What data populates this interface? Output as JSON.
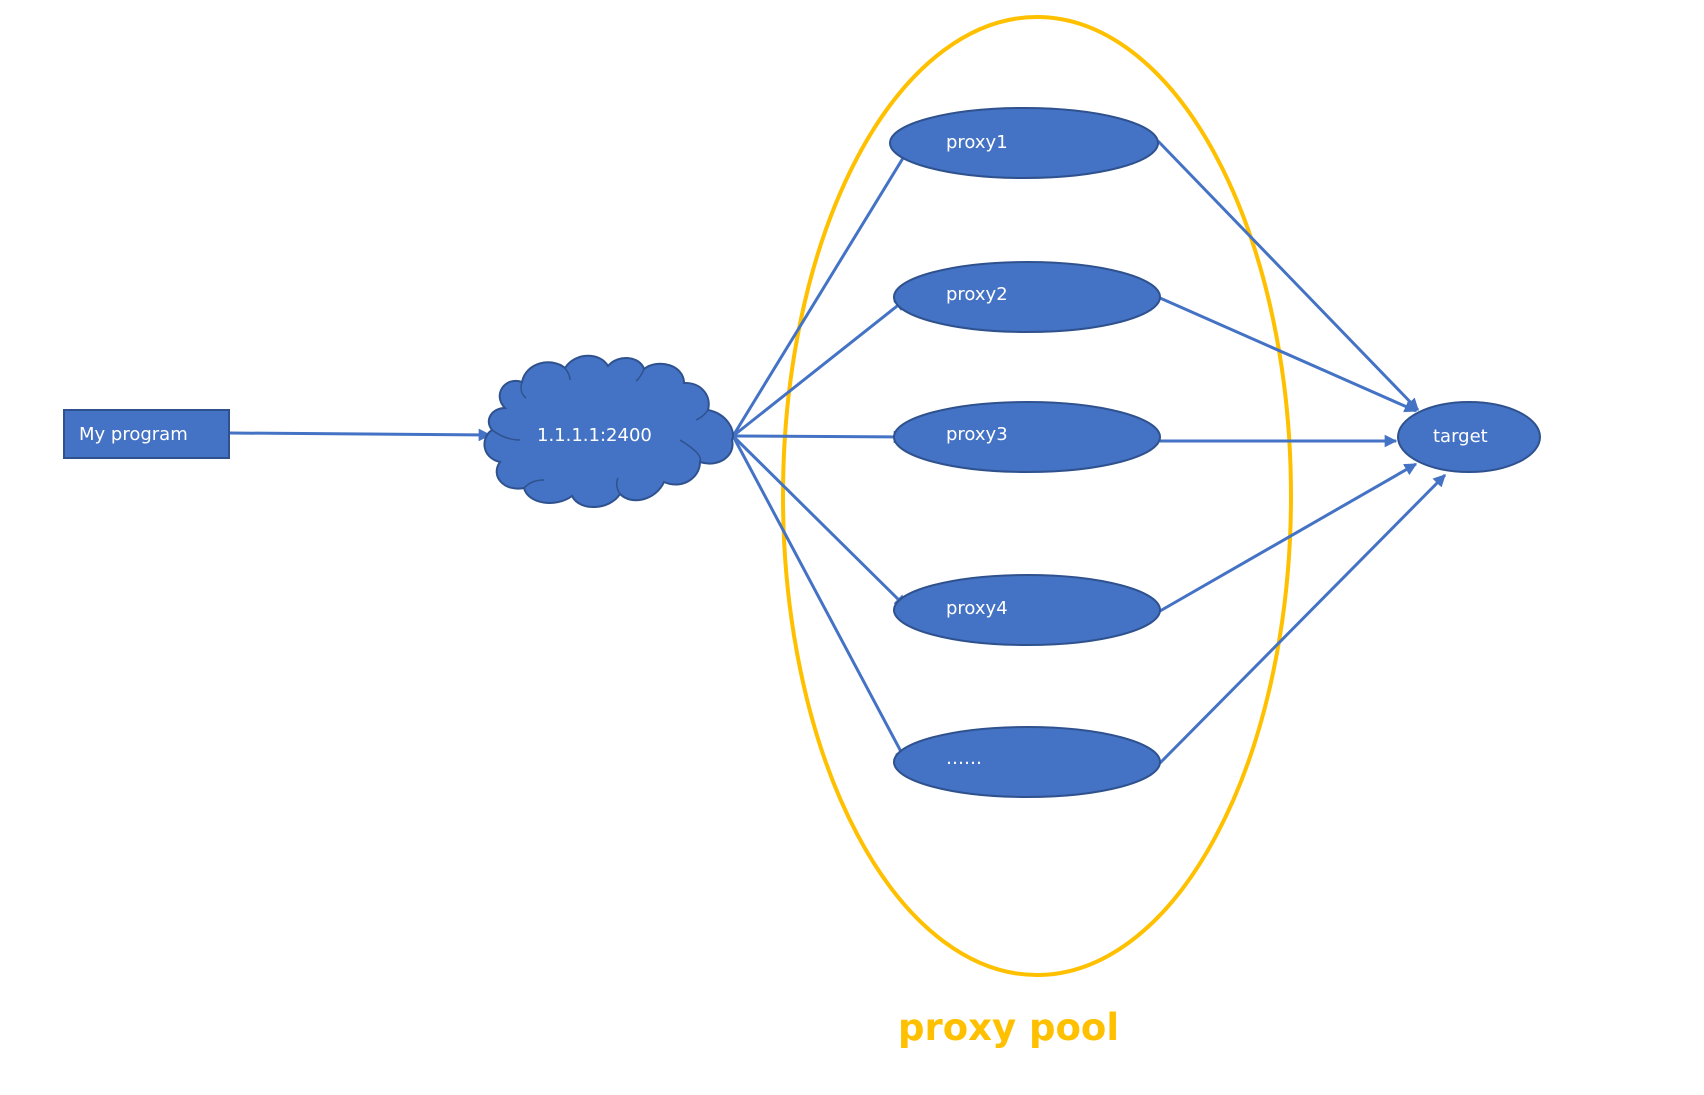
{
  "colors": {
    "node_fill": "#4472C4",
    "node_stroke": "#2F528F",
    "edge": "#4472C4",
    "pool_outline": "#FFC000",
    "pool_label": "#FFC000",
    "text": "#FFFFFF",
    "background": "#FFFFFF"
  },
  "nodes": {
    "program": {
      "label": "My program",
      "shape": "rectangle"
    },
    "gateway": {
      "label": "1.1.1.1:2400",
      "shape": "cloud"
    },
    "proxies": [
      {
        "id": "proxy1",
        "label": "proxy1",
        "shape": "ellipse"
      },
      {
        "id": "proxy2",
        "label": "proxy2",
        "shape": "ellipse"
      },
      {
        "id": "proxy3",
        "label": "proxy3",
        "shape": "ellipse"
      },
      {
        "id": "proxy4",
        "label": "proxy4",
        "shape": "ellipse"
      },
      {
        "id": "proxy_more",
        "label": "……",
        "shape": "ellipse"
      }
    ],
    "target": {
      "label": "target",
      "shape": "ellipse"
    }
  },
  "group": {
    "label": "proxy pool",
    "members": [
      "proxy1",
      "proxy2",
      "proxy3",
      "proxy4",
      "proxy_more"
    ]
  },
  "edges": [
    {
      "from": "program",
      "to": "gateway"
    },
    {
      "from": "gateway",
      "to": "proxy1"
    },
    {
      "from": "gateway",
      "to": "proxy2"
    },
    {
      "from": "gateway",
      "to": "proxy3"
    },
    {
      "from": "gateway",
      "to": "proxy4"
    },
    {
      "from": "gateway",
      "to": "proxy_more"
    },
    {
      "from": "proxy1",
      "to": "target"
    },
    {
      "from": "proxy2",
      "to": "target"
    },
    {
      "from": "proxy3",
      "to": "target"
    },
    {
      "from": "proxy4",
      "to": "target"
    },
    {
      "from": "proxy_more",
      "to": "target"
    }
  ]
}
